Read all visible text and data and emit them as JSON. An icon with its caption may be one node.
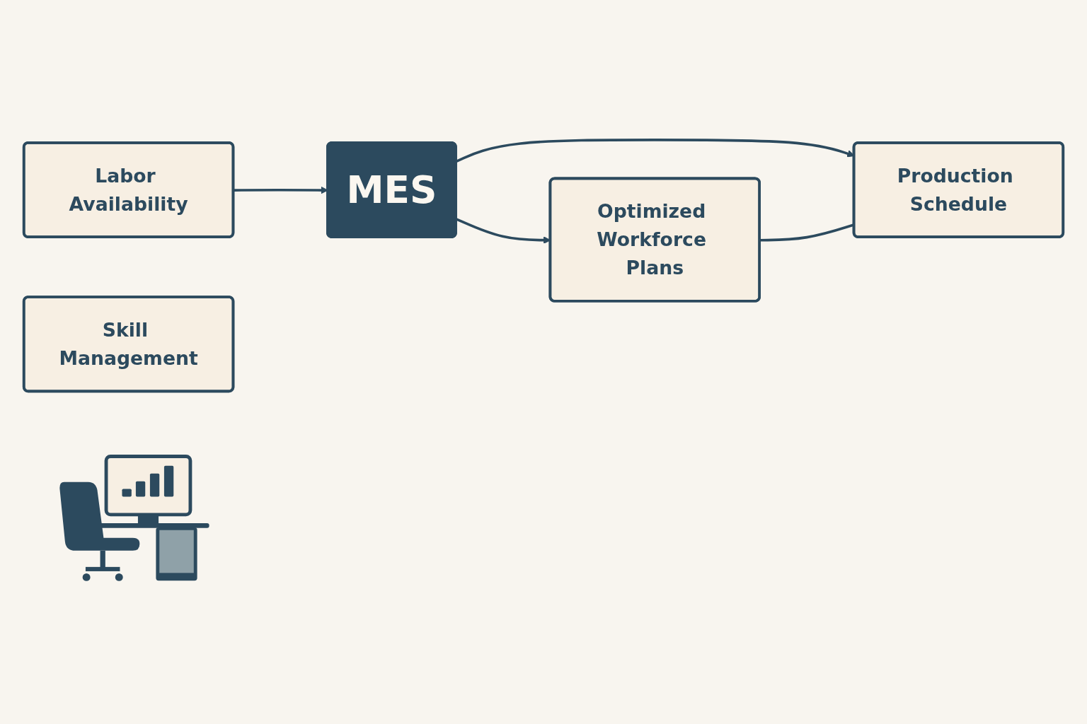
{
  "diagram": {
    "nodes": [
      {
        "text": [
          "Labor Availability"
        ]
      },
      {
        "text": [
          "MES"
        ]
      },
      {
        "text": [
          "Production Schedule"
        ]
      },
      {
        "text": [
          "Optimized Workforce Plans"
        ]
      },
      {
        "text": [
          "Skill Management"
        ]
      },
      {
        "text": [],
        "shape": "picture"
      }
    ],
    "edges": [
      {
        "from": 0,
        "to": 1,
        "arrow": "to"
      },
      {
        "from": 1,
        "to": 2,
        "arrow": "to"
      },
      {
        "from": 1,
        "to": 3,
        "arrow": "to"
      },
      {
        "from": 3,
        "to": 2,
        "arrow": "none"
      }
    ]
  }
}
